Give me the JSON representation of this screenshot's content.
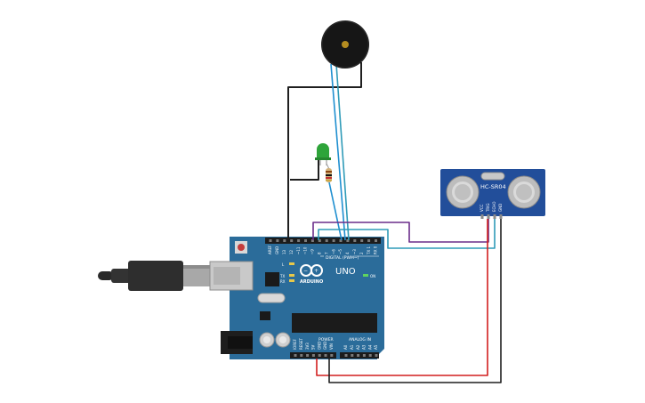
{
  "board": {
    "name_label": "UNO",
    "brand_label": "ARDUINO",
    "digital_header_label": "DIGITAL (PWM~)",
    "power_header_label": "POWER",
    "analog_header_label": "ANALOG IN",
    "tx_label": "TX",
    "rx_label": "RX",
    "l_label": "L",
    "on_label": "ON",
    "top_pin_labels": [
      "AREF",
      "GND",
      "13",
      "12",
      "~11",
      "~10",
      "~9",
      "8",
      "7",
      "~6",
      "~5",
      "4",
      "~3",
      "2",
      "TX 1",
      "RX 0"
    ],
    "power_pin_labels": [
      "IOREF",
      "RESET",
      "3V3",
      "5V",
      "GND",
      "GND",
      "VIN"
    ],
    "analog_pin_labels": [
      "A0",
      "A1",
      "A2",
      "A3",
      "A4",
      "A5"
    ]
  },
  "sensor": {
    "model_label": "HC-SR04",
    "pin_labels": [
      "VCC",
      "TRIG",
      "ECHO",
      "GND"
    ]
  },
  "colors": {
    "board": "#2b6c9a",
    "wire_black": "#1f1f1f",
    "wire_blue": "#1f8fd0",
    "wire_purple": "#6a2d8a",
    "wire_teal": "#2f9bb8",
    "wire_red": "#d21f1f",
    "led": "#2ea43a"
  },
  "components": {
    "buzzer": "piezo-buzzer",
    "led": "green-led",
    "resistor": "resistor",
    "usb": "usb-b-cable"
  }
}
